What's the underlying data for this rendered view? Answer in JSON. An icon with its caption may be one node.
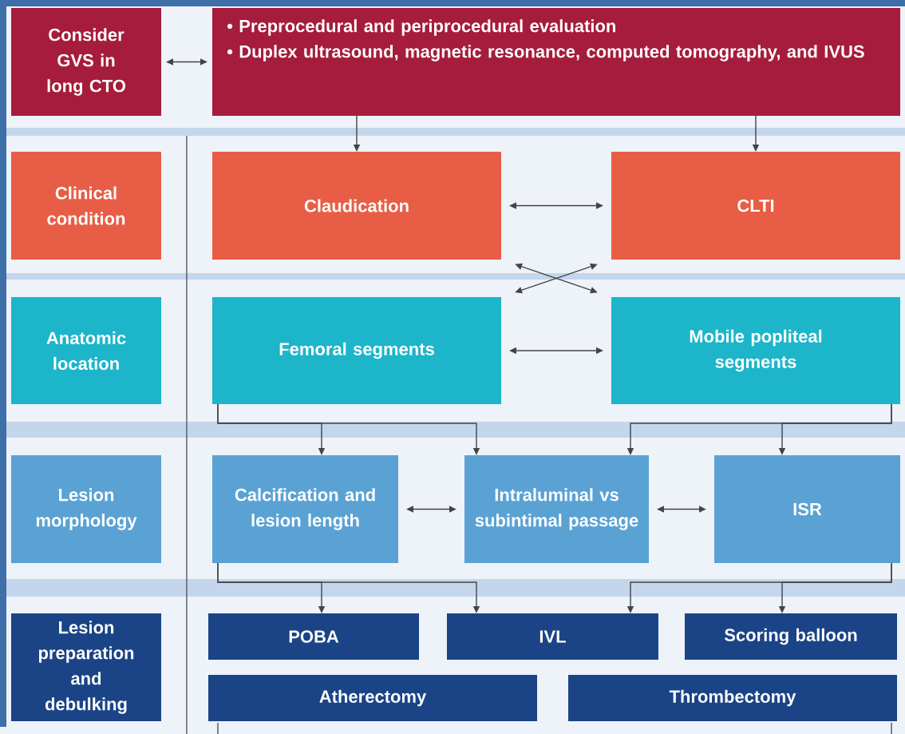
{
  "diagram": {
    "nodes": [
      {
        "text": [
          "Consider GVS in long CTO"
        ]
      },
      {
        "text": [
          "• Preprocedural and periprocedural evaluation",
          "• Duplex ultrasound, magnetic resonance, computed tomography, and IVUS"
        ]
      },
      {
        "text": [
          "Clinical condition"
        ]
      },
      {
        "text": [
          "Claudication"
        ]
      },
      {
        "text": [
          "CLTI"
        ]
      },
      {
        "text": [
          "Anatomic location"
        ]
      },
      {
        "text": [
          "Femoral segments"
        ]
      },
      {
        "text": [
          "Mobile popliteal segments"
        ]
      },
      {
        "text": [
          "Lesion morphology"
        ]
      },
      {
        "text": [
          "Calcification and lesion length"
        ]
      },
      {
        "text": [
          "Intraluminal vs subintimal passage"
        ]
      },
      {
        "text": [
          "ISR"
        ]
      },
      {
        "text": [
          "Lesion preparation and debulking"
        ]
      },
      {
        "text": [
          "POBA"
        ]
      },
      {
        "text": [
          "IVL"
        ]
      },
      {
        "text": [
          "Scoring balloon"
        ]
      },
      {
        "text": [
          "Atherectomy"
        ]
      },
      {
        "text": [
          "Thrombectomy"
        ]
      }
    ],
    "edges": [
      {
        "from": 0,
        "to": 1,
        "arrow": "both"
      },
      {
        "from": 1,
        "to": 3,
        "arrow": "to"
      },
      {
        "from": 1,
        "to": 4,
        "arrow": "to"
      },
      {
        "from": 3,
        "to": 4,
        "arrow": "both"
      },
      {
        "from": 3,
        "to": 7,
        "arrow": "both"
      },
      {
        "from": 4,
        "to": 6,
        "arrow": "both"
      },
      {
        "from": 6,
        "to": 7,
        "arrow": "both"
      },
      {
        "from": 6,
        "to": 9,
        "arrow": "to"
      },
      {
        "from": 6,
        "to": 10,
        "arrow": "to"
      },
      {
        "from": 7,
        "to": 10,
        "arrow": "to"
      },
      {
        "from": 7,
        "to": 11,
        "arrow": "to"
      },
      {
        "from": 9,
        "to": 10,
        "arrow": "both"
      },
      {
        "from": 10,
        "to": 11,
        "arrow": "both"
      },
      {
        "from": 9,
        "to": 13,
        "arrow": "to"
      },
      {
        "from": 9,
        "to": 14,
        "arrow": "to"
      },
      {
        "from": 11,
        "to": 14,
        "arrow": "to"
      },
      {
        "from": 11,
        "to": 15,
        "arrow": "to"
      }
    ]
  }
}
